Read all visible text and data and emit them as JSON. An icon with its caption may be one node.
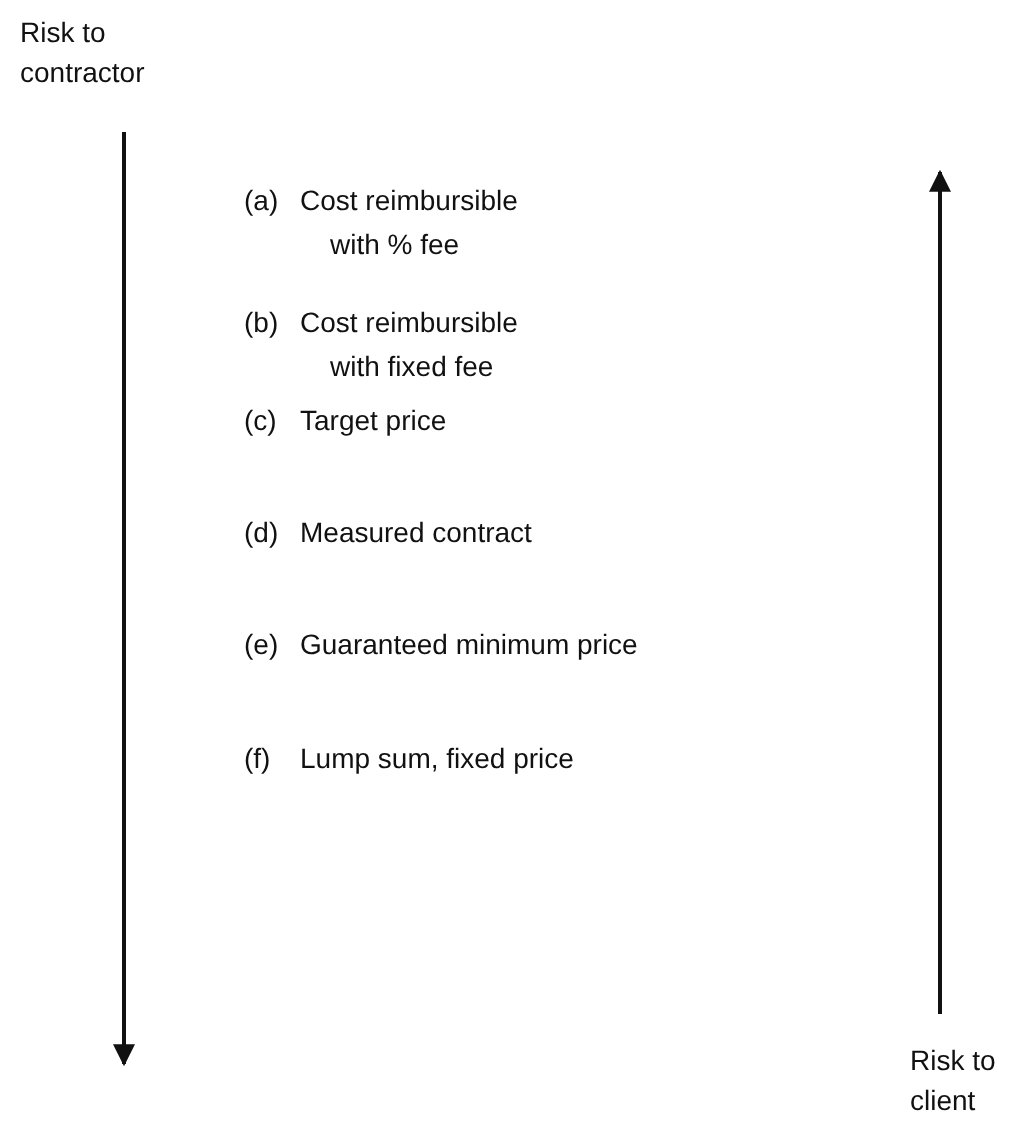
{
  "diagram": {
    "nodes": [
      {
        "text": [
          "Risk to contractor"
        ]
      },
      {
        "text": [
          "Risk to client"
        ]
      }
    ],
    "edges": [
      {
        "from": 0,
        "to": null,
        "arrow": "to"
      },
      {
        "from": 1,
        "to": null,
        "arrow": "to"
      }
    ],
    "labels": [
      "(a)",
      "Cost reimbursible with % fee",
      "(b)",
      "Cost reimbursible with fixed fee",
      "(c)",
      "Target price",
      "(d)",
      "Measured contract",
      "(e)",
      "Guaranteed minimum price",
      "(f)",
      "Lump sum, fixed price"
    ]
  }
}
